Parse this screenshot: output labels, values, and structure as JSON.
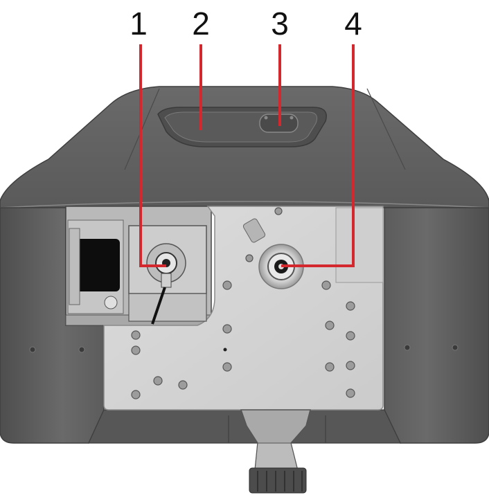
{
  "colors": {
    "housing_dark": "#5d5d5d",
    "housing_mid": "#6e6e6e",
    "housing_light": "#8a8a8a",
    "plate": "#d6d6d6",
    "plate_edge": "#9a9a9a",
    "callout_line": "#d3282e",
    "callout_text": "#111111"
  },
  "callouts": [
    {
      "label": "1",
      "target": "component-1"
    },
    {
      "label": "2",
      "target": "component-2"
    },
    {
      "label": "3",
      "target": "component-3"
    },
    {
      "label": "4",
      "target": "component-4"
    }
  ]
}
